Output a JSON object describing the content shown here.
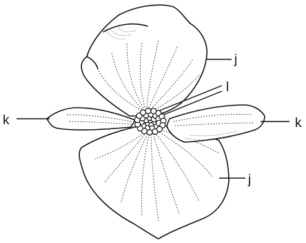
{
  "figure": {
    "labels": {
      "upper_petal": "j",
      "lower_petal": "j",
      "left_petal": "k",
      "right_petal": "k",
      "stamens": "l"
    }
  }
}
